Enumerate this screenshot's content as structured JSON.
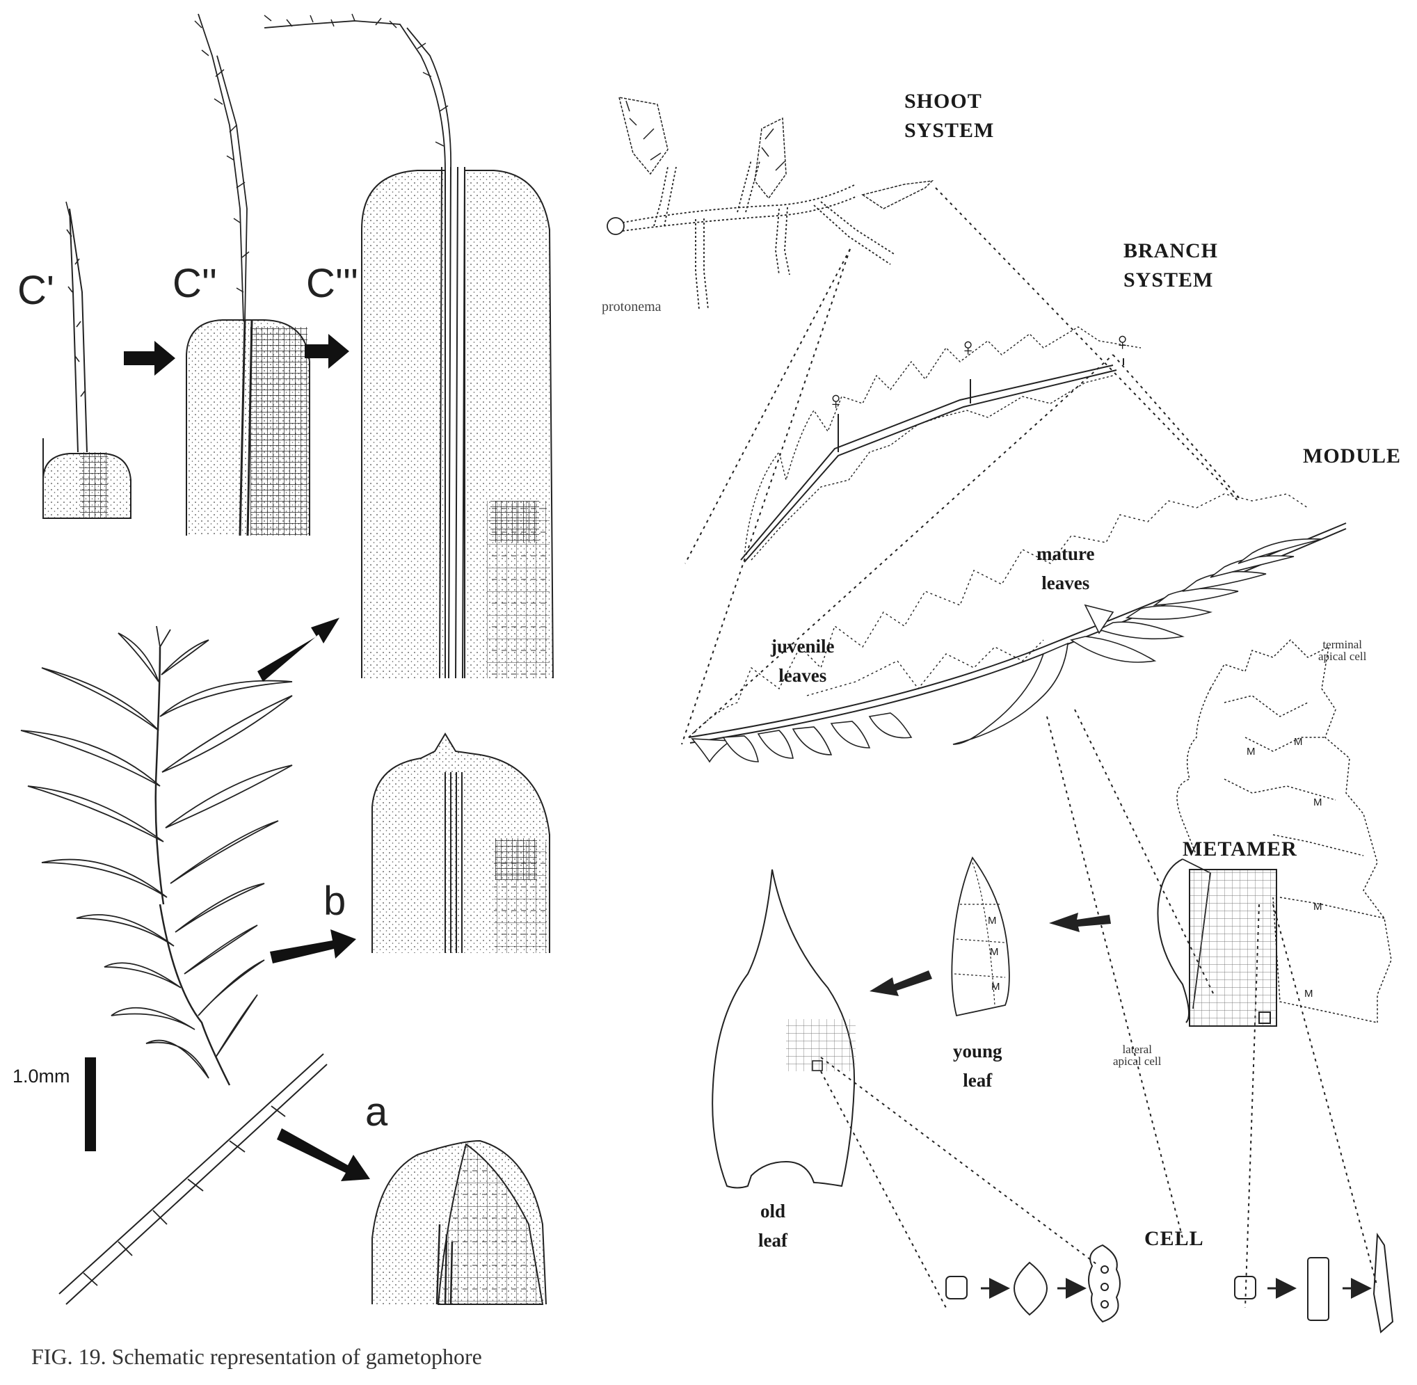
{
  "left_panel": {
    "panel_labels": {
      "c1": "C'",
      "c2": "C''",
      "c3": "C'''",
      "b": "b",
      "a": "a"
    },
    "scale_bar": "1.0mm",
    "caption": "FIG. 19.   Schematic representation of gametophore"
  },
  "right_panel": {
    "labels": {
      "shoot_system": [
        "SHOOT",
        "SYSTEM"
      ],
      "branch_system": [
        "BRANCH",
        "SYSTEM"
      ],
      "module": "MODULE",
      "protonema": "protonema",
      "mature_leaves": [
        "mature",
        "leaves"
      ],
      "juvenile_leaves": [
        "juvenile",
        "leaves"
      ],
      "terminal_apical_cell": [
        "terminal",
        "apical cell"
      ],
      "metamer": "METAMER",
      "lateral_apical_cell": [
        "lateral",
        "apical cell"
      ],
      "young_leaf": [
        "young",
        "leaf"
      ],
      "old_leaf": [
        "old",
        "leaf"
      ],
      "cell": "CELL",
      "female_symbol": "♀",
      "metamer_mark": "M"
    }
  },
  "colors": {
    "ink": "#1a1a1a",
    "paper": "#ffffff"
  }
}
